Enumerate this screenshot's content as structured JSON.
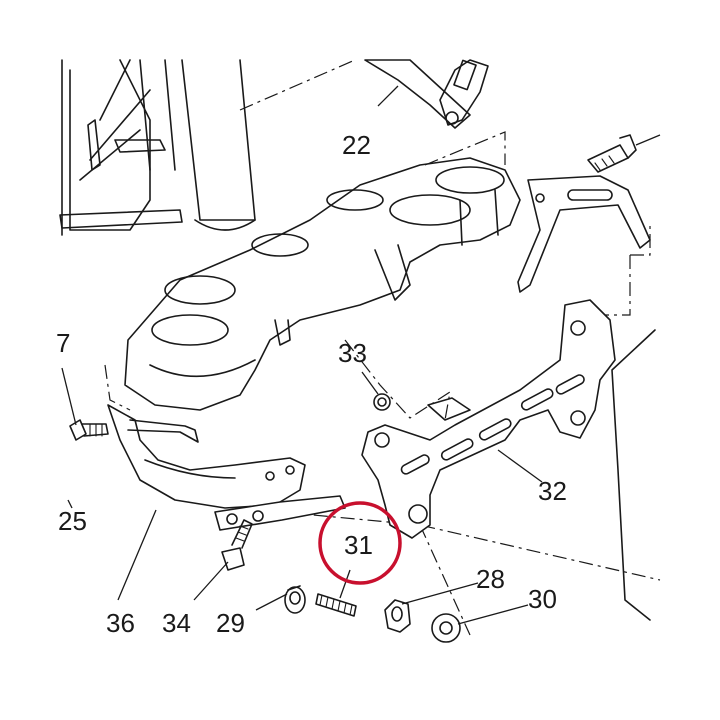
{
  "diagram": {
    "callouts": {
      "p7": "7",
      "p22": "22",
      "p25": "25",
      "p28": "28",
      "p29": "29",
      "p30": "30",
      "p31": "31",
      "p32": "32",
      "p33": "33",
      "p34": "34",
      "p36": "36"
    },
    "highlight": {
      "part": "31",
      "color": "#c8102e"
    }
  }
}
